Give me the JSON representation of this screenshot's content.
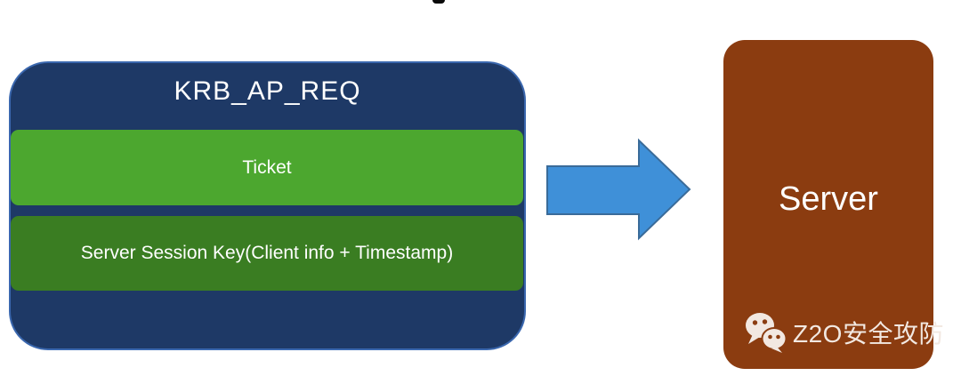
{
  "diagram": {
    "type": "kerberos-auth-flow",
    "krb_box": {
      "title": "KRB_AP_REQ",
      "background": "#1E3966",
      "border_color": "#3A67AE",
      "fields": [
        {
          "label": "Ticket",
          "color": "#4CA72F"
        },
        {
          "label": "Server Session Key(Client info + Timestamp)",
          "color": "#3A7D22"
        }
      ]
    },
    "arrow": {
      "direction": "right",
      "fill": "#3F90D8",
      "stroke": "#3A6B99"
    },
    "server_box": {
      "label": "Server",
      "background": "#8B3C10"
    },
    "watermark": {
      "icon": "wechat-icon",
      "text": "Z2O安全攻防",
      "text_color": "#F2E8E1"
    }
  }
}
